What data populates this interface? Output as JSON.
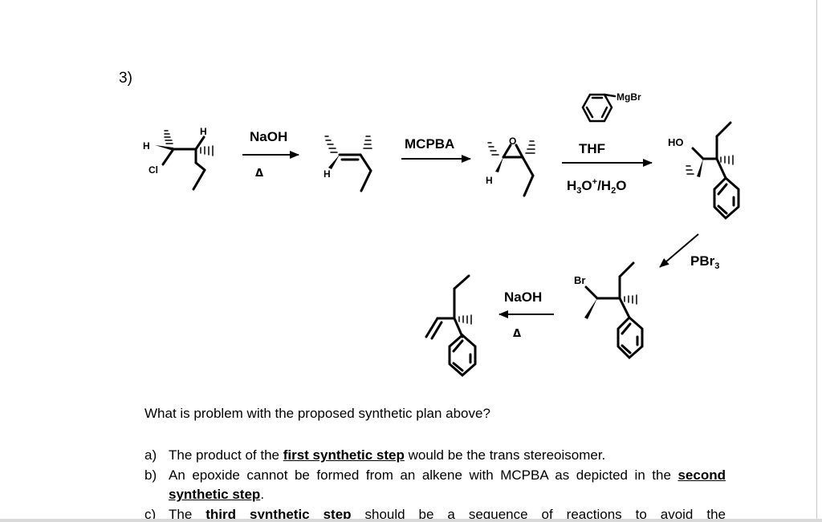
{
  "problem": {
    "number": "3)"
  },
  "scheme": {
    "step1": {
      "reagent": "NaOH",
      "condition": "Δ"
    },
    "step2": {
      "reagent": "MCPBA"
    },
    "step3": {
      "reagent_top": "MgBr",
      "reagent_mid": "THF",
      "reagent_bottom": "H3O+/H2O"
    },
    "step4": {
      "reagent": "PBr3"
    },
    "step5": {
      "reagent": "NaOH",
      "condition": "Δ"
    },
    "atoms": {
      "h": "H",
      "cl": "Cl",
      "o": "O",
      "ho": "HO",
      "br": "Br"
    }
  },
  "question": {
    "prompt": "What is problem with the proposed synthetic plan above?",
    "choices": [
      {
        "letter": "a)",
        "pre": "The product of the ",
        "emph": "first synthetic step",
        "post": " would be the trans stereoisomer."
      },
      {
        "letter": "b)",
        "pre": "An epoxide cannot be formed from an alkene with MCPBA as depicted in the ",
        "emph": "second synthetic step",
        "post": "."
      },
      {
        "letter": "c)",
        "pre": "The ",
        "emph": "third synthetic step",
        "post": " should be a sequence of reactions to avoid the"
      }
    ]
  }
}
